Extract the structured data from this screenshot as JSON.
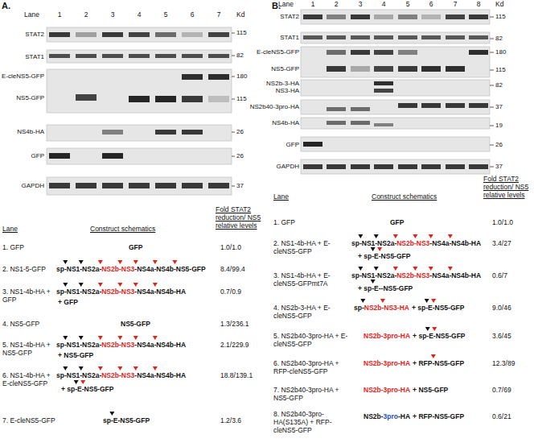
{
  "diagram": {
    "labels": [
      "A.",
      "Lane",
      "1",
      "2",
      "3",
      "4",
      "5",
      "6",
      "7",
      "Kd",
      "STAT2",
      "STAT1",
      "E-cleNS5-GFP",
      "NS5-GFP",
      "NS4b-HA",
      "GFP",
      "GAPDH",
      "115",
      "82",
      "180",
      "115",
      "26",
      "26",
      "37",
      "Lane",
      "Construct schematics",
      "Fold STAT2 reduction/ NS5 relative levels",
      "1. GFP",
      "GFP",
      "1.0/1.0",
      "2. NS1-5-GFP",
      "sp-NS1-NS2a-",
      "NS2b-NS3",
      "-NS4a-NS4b-NS5-GFP",
      "8.4/99.4",
      "3. NS1-4b-HA + GFP",
      "sp-NS1-NS2a-",
      "NS2b-NS3",
      "-NS4a-NS4b-HA",
      "+ GFP",
      "0.7/0.9",
      "4. NS5-GFP",
      "NS5-GFP",
      "1.3/236.1",
      "5. NS1-4b-HA + NS5-GFP",
      "sp-NS1-NS2a-",
      "NS2b-NS3",
      "-NS4a-NS4b-HA",
      "+ NS5-GFP",
      "2.1/229.9",
      "6. NS1-4b-HA + E-cleNS5-GFP",
      "sp-NS1-NS2a-",
      "NS2b-NS3",
      "-NS4a-NS4b-HA",
      "+ sp-E-NS5-GFP",
      "18.8/139.1",
      "7. E-cleNS5-GFP",
      "sp-E-NS5-GFP",
      "1.2/3.6",
      "B.",
      "Lane",
      "1",
      "2",
      "3",
      "4",
      "5",
      "6",
      "7",
      "8",
      "Kd",
      "STAT2",
      "STAT1",
      "E-cleNS5-GFP",
      "NS5-GFP",
      "NS2b-3-HA NS3-HA",
      "NS2b40-3pro-HA",
      "NS4b-HA",
      "GFP",
      "GAPDH",
      "115",
      "82",
      "180",
      "115",
      "82",
      "37",
      "19",
      "26",
      "37",
      "Lane",
      "Construct schematics",
      "Fold STAT2 reduction/ NS5 relative levels",
      "1. GFP",
      "GFP",
      "1.0/1.0",
      "2. NS1-4b-HA + E-cleNS5-GFP",
      "sp-NS1-NS2a-",
      "NS2b-NS3",
      "-NS4a-NS4b-HA",
      "+ sp-E-NS5-GFP",
      "3.4/27",
      "3. NS1-4b-HA + E-cleNS5-GFPmt7A",
      "sp-NS1-NS2a-",
      "NS2b-NS3",
      "-NS4a-NS4b-HA",
      "+ sp-E--NS5-GFP",
      "0.6/7",
      "4. NS2b-3-HA + E-cleNS5-GFP",
      "sp-",
      "NS2b-NS3-HA",
      "+ sp-E-NS5-GFP",
      "9.0/46",
      "5. NS2b40-3pro-HA + E-cleNS5-GFP",
      "NS2b-3pro-HA",
      "+ sp-E-NS5-GFP",
      "3.6/45",
      "6. NS2b40-3pro-HA + RFP-cleNS5-GFP",
      "NS2b-3pro-HA",
      "+ RFP-NS5-GFP",
      "12.3/89",
      "7. NS2b40-3pro-HA + NS5-GFP",
      "NS2b-3pro-HA",
      "+ NS5-GFP",
      "0.7/69",
      "8. NS2b40-3pro-HA(S135A) + RFP-cleNS5-GFP",
      "NS2b-",
      "3pro",
      "-HA",
      "+ RFP-NS5-GFP",
      "0.6/21"
    ]
  }
}
